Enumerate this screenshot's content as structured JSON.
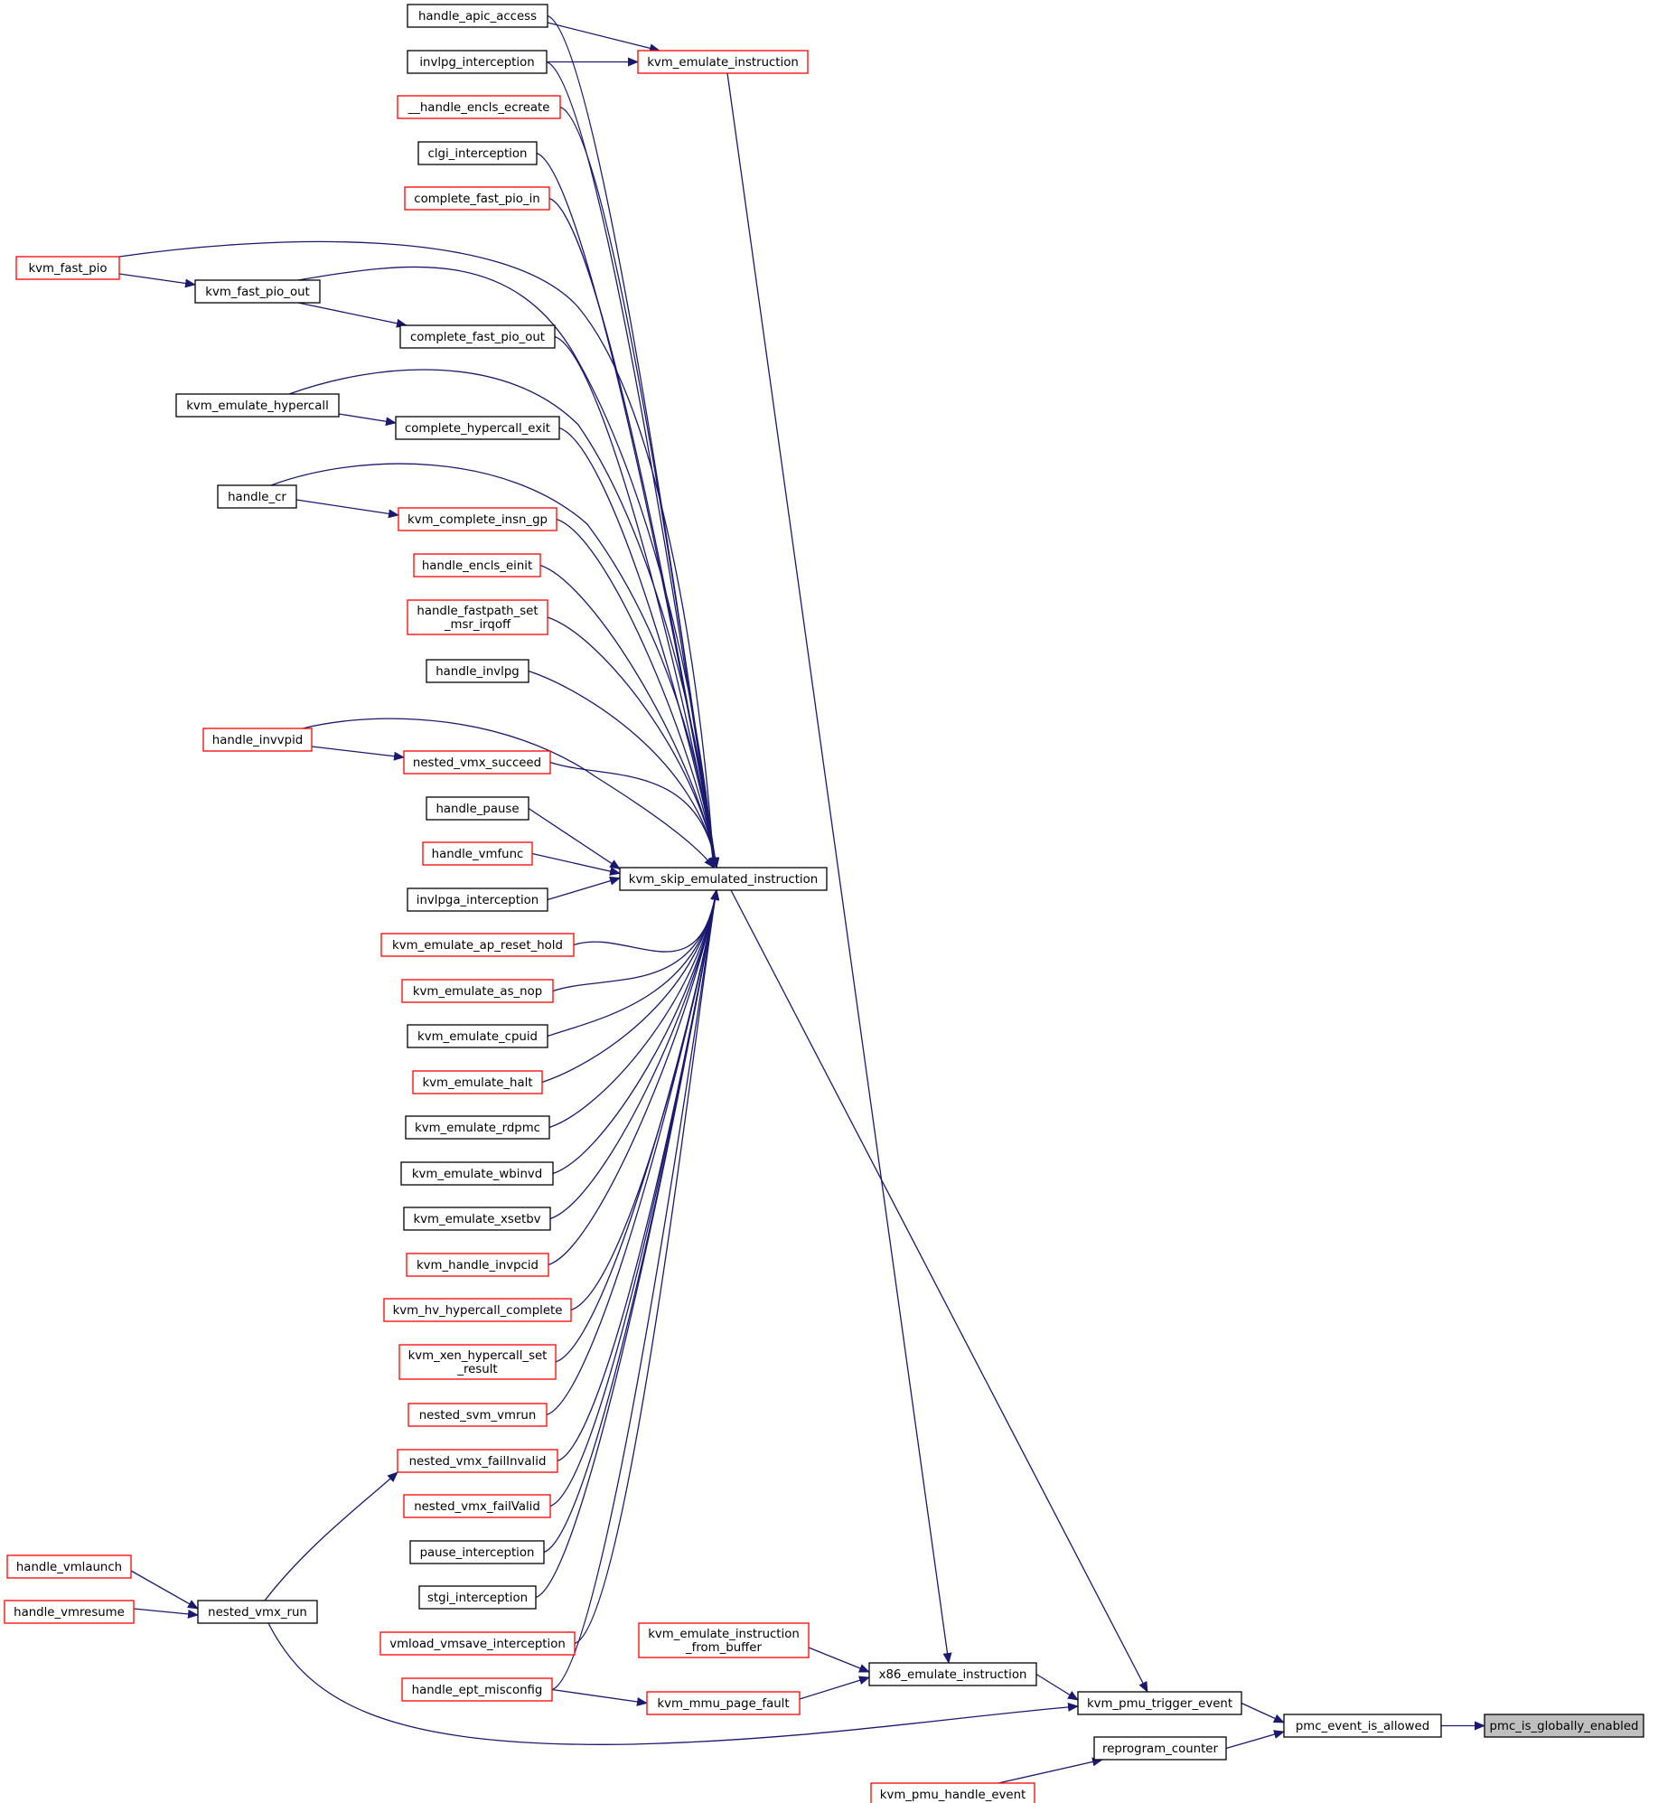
{
  "graph": {
    "colors": {
      "edge": "#191970",
      "link_border": "#ff0000",
      "plain_border": "#000000",
      "root_fill": "#bfbfbf",
      "node_fill": "#ffffff"
    },
    "nodes": [
      {
        "id": "n_root",
        "lines": [
          "pmc_is_globally_enabled"
        ],
        "kind": "root"
      },
      {
        "id": "n_pea",
        "lines": [
          "pmc_event_is_allowed"
        ],
        "kind": "plain"
      },
      {
        "id": "n_kpte",
        "lines": [
          "kvm_pmu_trigger_event"
        ],
        "kind": "plain"
      },
      {
        "id": "n_rc",
        "lines": [
          "reprogram_counter"
        ],
        "kind": "plain"
      },
      {
        "id": "n_kphe",
        "lines": [
          "kvm_pmu_handle_event"
        ],
        "kind": "red"
      },
      {
        "id": "n_ksei",
        "lines": [
          "kvm_skip_emulated_instruction"
        ],
        "kind": "plain"
      },
      {
        "id": "n_x86",
        "lines": [
          "x86_emulate_instruction"
        ],
        "kind": "plain"
      },
      {
        "id": "n_nvr",
        "lines": [
          "nested_vmx_run"
        ],
        "kind": "plain"
      },
      {
        "id": "n_kei",
        "lines": [
          "kvm_emulate_instruction"
        ],
        "kind": "red"
      },
      {
        "id": "n_keifb",
        "lines": [
          "kvm_emulate_instruction",
          "_from_buffer"
        ],
        "kind": "red"
      },
      {
        "id": "n_kmpf",
        "lines": [
          "kvm_mmu_page_fault"
        ],
        "kind": "red"
      },
      {
        "id": "n_haa",
        "lines": [
          "handle_apic_access"
        ],
        "kind": "plain"
      },
      {
        "id": "n_invlpgi",
        "lines": [
          "invlpg_interception"
        ],
        "kind": "plain"
      },
      {
        "id": "n_hee",
        "lines": [
          "__handle_encls_ecreate"
        ],
        "kind": "red"
      },
      {
        "id": "n_clgi",
        "lines": [
          "clgi_interception"
        ],
        "kind": "plain"
      },
      {
        "id": "n_cfpi",
        "lines": [
          "complete_fast_pio_in"
        ],
        "kind": "red"
      },
      {
        "id": "n_kfp",
        "lines": [
          "kvm_fast_pio"
        ],
        "kind": "red"
      },
      {
        "id": "n_kfpo",
        "lines": [
          "kvm_fast_pio_out"
        ],
        "kind": "plain"
      },
      {
        "id": "n_cfpo",
        "lines": [
          "complete_fast_pio_out"
        ],
        "kind": "plain"
      },
      {
        "id": "n_keh",
        "lines": [
          "kvm_emulate_hypercall"
        ],
        "kind": "plain"
      },
      {
        "id": "n_che",
        "lines": [
          "complete_hypercall_exit"
        ],
        "kind": "plain"
      },
      {
        "id": "n_hcr",
        "lines": [
          "handle_cr"
        ],
        "kind": "plain"
      },
      {
        "id": "n_kcig",
        "lines": [
          "kvm_complete_insn_gp"
        ],
        "kind": "red"
      },
      {
        "id": "n_heei",
        "lines": [
          "handle_encls_einit"
        ],
        "kind": "red"
      },
      {
        "id": "n_hfsm",
        "lines": [
          "handle_fastpath_set",
          "_msr_irqoff"
        ],
        "kind": "red"
      },
      {
        "id": "n_hinvlpg",
        "lines": [
          "handle_invlpg"
        ],
        "kind": "plain"
      },
      {
        "id": "n_hinvvpid",
        "lines": [
          "handle_invvpid"
        ],
        "kind": "red"
      },
      {
        "id": "n_nvs",
        "lines": [
          "nested_vmx_succeed"
        ],
        "kind": "red"
      },
      {
        "id": "n_hpause",
        "lines": [
          "handle_pause"
        ],
        "kind": "plain"
      },
      {
        "id": "n_hvmfunc",
        "lines": [
          "handle_vmfunc"
        ],
        "kind": "red"
      },
      {
        "id": "n_invlpga",
        "lines": [
          "invlpga_interception"
        ],
        "kind": "plain"
      },
      {
        "id": "n_keaprh",
        "lines": [
          "kvm_emulate_ap_reset_hold"
        ],
        "kind": "red"
      },
      {
        "id": "n_keanop",
        "lines": [
          "kvm_emulate_as_nop"
        ],
        "kind": "red"
      },
      {
        "id": "n_kecpuid",
        "lines": [
          "kvm_emulate_cpuid"
        ],
        "kind": "plain"
      },
      {
        "id": "n_kehalt",
        "lines": [
          "kvm_emulate_halt"
        ],
        "kind": "red"
      },
      {
        "id": "n_kerdpmc",
        "lines": [
          "kvm_emulate_rdpmc"
        ],
        "kind": "plain"
      },
      {
        "id": "n_kewbinvd",
        "lines": [
          "kvm_emulate_wbinvd"
        ],
        "kind": "plain"
      },
      {
        "id": "n_kexsetbv",
        "lines": [
          "kvm_emulate_xsetbv"
        ],
        "kind": "plain"
      },
      {
        "id": "n_khinvpcid",
        "lines": [
          "kvm_handle_invpcid"
        ],
        "kind": "red"
      },
      {
        "id": "n_khvhc",
        "lines": [
          "kvm_hv_hypercall_complete"
        ],
        "kind": "red"
      },
      {
        "id": "n_kxhsr",
        "lines": [
          "kvm_xen_hypercall_set",
          "_result"
        ],
        "kind": "red"
      },
      {
        "id": "n_nsvmrun",
        "lines": [
          "nested_svm_vmrun"
        ],
        "kind": "red"
      },
      {
        "id": "n_nvfi",
        "lines": [
          "nested_vmx_failInvalid"
        ],
        "kind": "red"
      },
      {
        "id": "n_nvfv",
        "lines": [
          "nested_vmx_failValid"
        ],
        "kind": "red"
      },
      {
        "id": "n_pausei",
        "lines": [
          "pause_interception"
        ],
        "kind": "plain"
      },
      {
        "id": "n_stgi",
        "lines": [
          "stgi_interception"
        ],
        "kind": "plain"
      },
      {
        "id": "n_vmlvs",
        "lines": [
          "vmload_vmsave_interception"
        ],
        "kind": "red"
      },
      {
        "id": "n_hem",
        "lines": [
          "handle_ept_misconfig"
        ],
        "kind": "red"
      },
      {
        "id": "n_hvmlaunch",
        "lines": [
          "handle_vmlaunch"
        ],
        "kind": "red"
      },
      {
        "id": "n_hvmresume",
        "lines": [
          "handle_vmresume"
        ],
        "kind": "red"
      }
    ]
  }
}
